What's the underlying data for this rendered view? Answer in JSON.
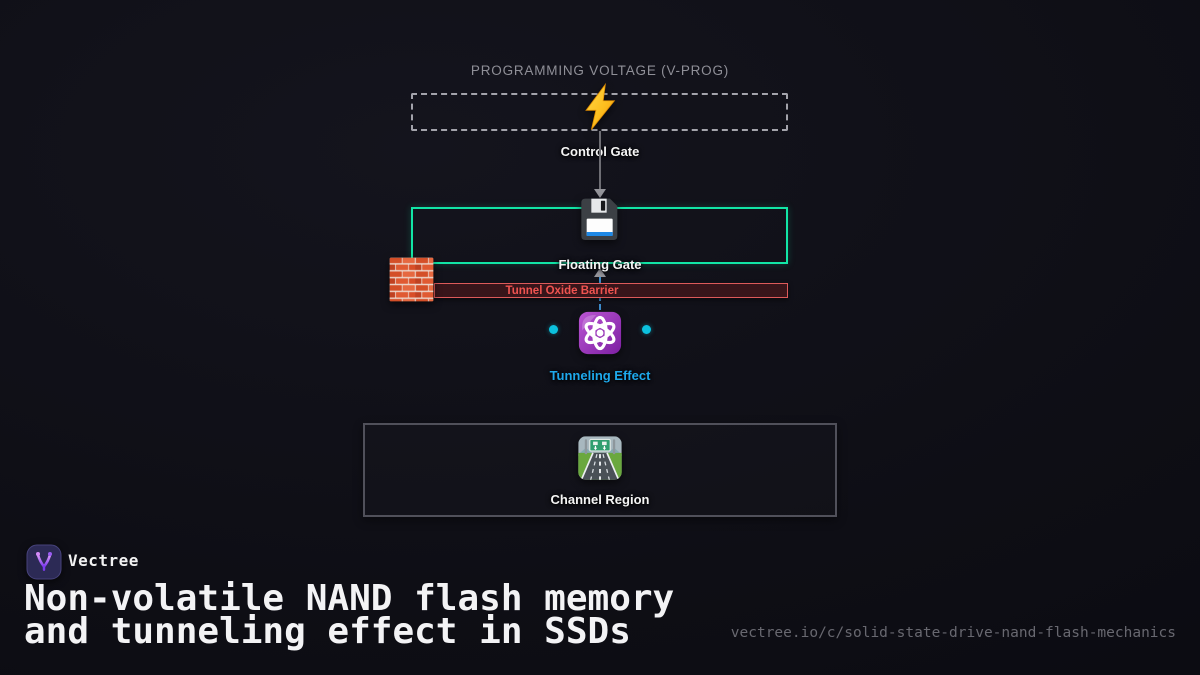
{
  "colors": {
    "background": "#0e0e15",
    "floating_gate_border": "#12e5a6",
    "oxide_bar_fill": "#38151a",
    "oxide_bar_border": "#dd5a5a",
    "oxide_text_red": "#ef5350",
    "tunneling_blue": "#1ea9ec",
    "electron_dot_cyan": "#0cc1de",
    "connector_gray": "#94949a",
    "muted_label_gray": "#8f8f97",
    "brand_purple": "#a855f7"
  },
  "diagram": {
    "programming_voltage_label": "PROGRAMMING VOLTAGE (V-PROG)",
    "control_gate": {
      "label": "Control Gate",
      "icon": "high-voltage-icon"
    },
    "floating_gate": {
      "label": "Floating Gate",
      "icon": "floppy-disk-icon"
    },
    "tunnel_oxide_barrier": {
      "label": "Tunnel Oxide Barrier",
      "icon": "brick-wall-icon"
    },
    "tunneling_effect": {
      "label": "Tunneling Effect",
      "icon": "atom-icon",
      "electron_dots": 2
    },
    "channel_region": {
      "label": "Channel Region",
      "icon": "motorway-icon"
    }
  },
  "footer": {
    "brand": "Vectree",
    "title_lines": [
      "Non-volatile NAND flash memory",
      "and tunneling effect in SSDs"
    ],
    "url": "vectree.io/c/solid-state-drive-nand-flash-mechanics"
  }
}
